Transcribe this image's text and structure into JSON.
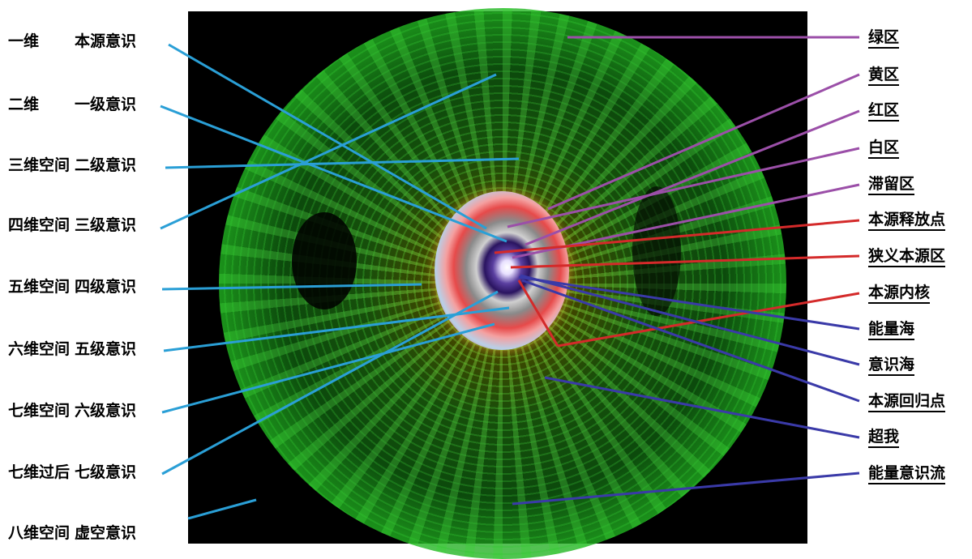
{
  "left_labels": [
    {
      "dim": "一维",
      "level": "本源意识"
    },
    {
      "dim": "二维",
      "level": "一级意识"
    },
    {
      "dim": "三维空间",
      "level": "二级意识"
    },
    {
      "dim": "四维空间",
      "level": "三级意识"
    },
    {
      "dim": "五维空间",
      "level": "四级意识"
    },
    {
      "dim": "六维空间",
      "level": "五级意识"
    },
    {
      "dim": "七维空间",
      "level": "六级意识"
    },
    {
      "dim": "七维过后",
      "level": "七级意识"
    },
    {
      "dim": "八维空间",
      "level": "虚空意识"
    }
  ],
  "right_labels": [
    {
      "text": "绿区",
      "line_color": "#9b4fa8"
    },
    {
      "text": "黄区",
      "line_color": "#9b4fa8"
    },
    {
      "text": "红区",
      "line_color": "#9b4fa8"
    },
    {
      "text": "白区",
      "line_color": "#9b4fa8"
    },
    {
      "text": "滞留区",
      "line_color": "#9b4fa8"
    },
    {
      "text": "本源释放点",
      "line_color": "#d42a2a"
    },
    {
      "text": "狭义本源区",
      "line_color": "#d42a2a"
    },
    {
      "text": "本源内核",
      "line_color": "#d42a2a"
    },
    {
      "text": "能量海",
      "line_color": "#3a3aa8"
    },
    {
      "text": "意识海",
      "line_color": "#3a3aa8"
    },
    {
      "text": "本源回归点",
      "line_color": "#3a3aa8"
    },
    {
      "text": "超我",
      "line_color": "#3a3aa8"
    },
    {
      "text": "能量意识流",
      "line_color": "#3a3aa8"
    }
  ],
  "colors": {
    "left_leader": "#2a9fd6",
    "purple_leader": "#9b4fa8",
    "red_leader": "#d42a2a",
    "blue_leader": "#3a3aa8",
    "background_photo": "#000000",
    "fiber_green": "#3ee03e"
  }
}
